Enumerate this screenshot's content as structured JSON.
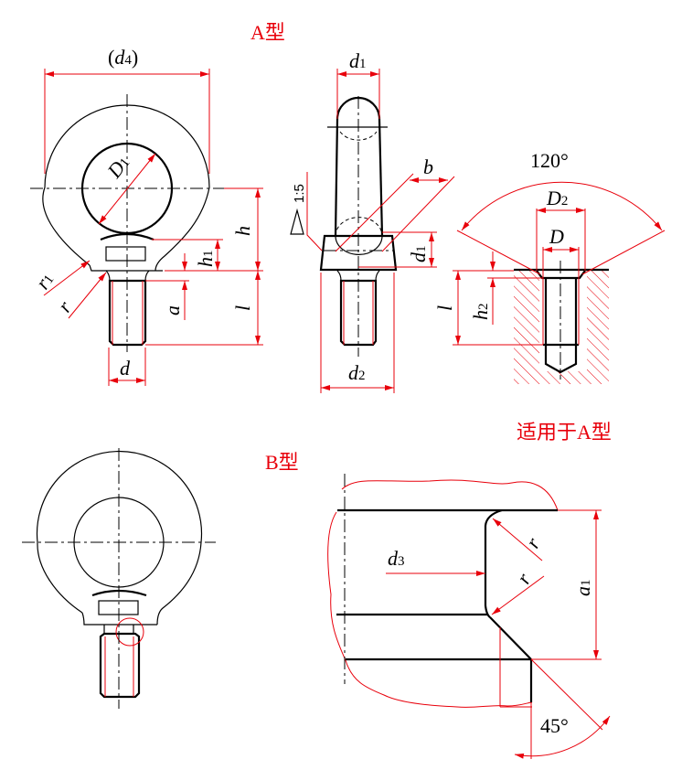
{
  "titles": {
    "type_a": "A型",
    "type_b": "B型",
    "applies_to_a": "适用于A型"
  },
  "view_a_front": {
    "d4": "(d4)",
    "d4_main": "d",
    "d4_sub": "4",
    "D1_main": "D",
    "D1_sub": "1",
    "h": "h",
    "h1_main": "h",
    "h1_sub": "1",
    "r1_main": "r",
    "r1_sub": "1",
    "r": "r",
    "a": "a",
    "l": "l",
    "d": "d"
  },
  "view_a_side": {
    "d1_main": "d",
    "d1_sub": "1",
    "b": "b",
    "taper": "1:5",
    "d1b_main": "d",
    "d1b_sub": "1",
    "d2_main": "d",
    "d2_sub": "2"
  },
  "view_hole": {
    "angle": "120°",
    "D2_main": "D",
    "D2_sub": "2",
    "D": "D",
    "l": "l",
    "h2_main": "h",
    "h2_sub": "2"
  },
  "view_detail": {
    "d3_main": "d",
    "d3_sub": "3",
    "r_top": "r",
    "r_bottom": "r",
    "a1_main": "a",
    "a1_sub": "1",
    "angle": "45°"
  },
  "colors": {
    "dimension": "#e8000b",
    "outline": "#000000",
    "background": "#ffffff"
  }
}
